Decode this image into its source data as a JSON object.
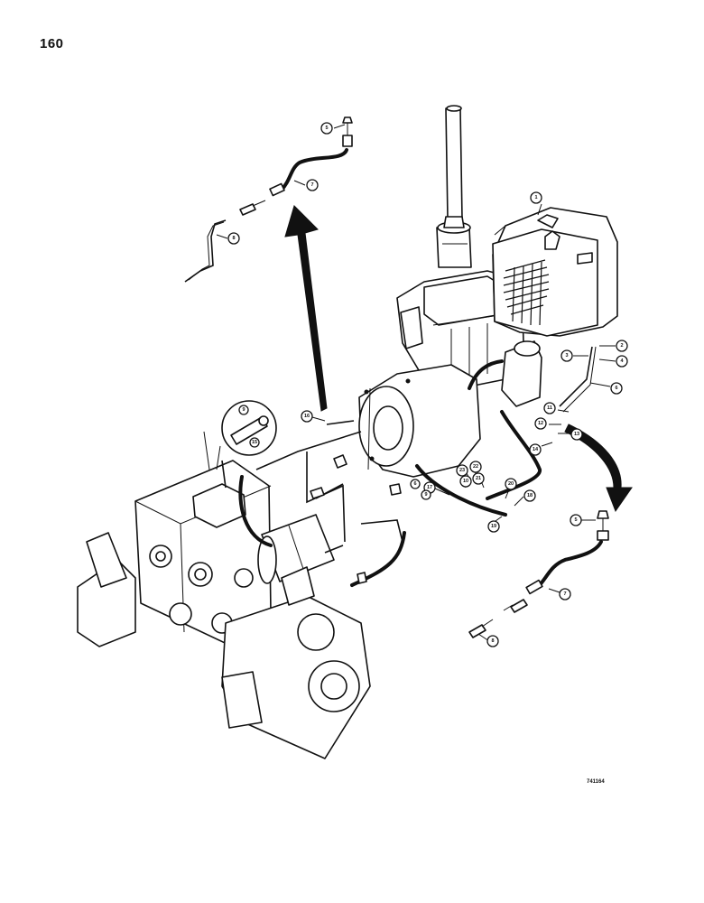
{
  "page_number": "160",
  "figure_code": "741164",
  "callouts": [
    {
      "label": "1"
    },
    {
      "label": "2"
    },
    {
      "label": "3"
    },
    {
      "label": "4"
    },
    {
      "label": "5"
    },
    {
      "label": "6"
    },
    {
      "label": "7"
    },
    {
      "label": "8"
    },
    {
      "label": "9"
    },
    {
      "label": "10"
    },
    {
      "label": "11"
    },
    {
      "label": "12"
    },
    {
      "label": "13"
    },
    {
      "label": "14"
    },
    {
      "label": "15"
    },
    {
      "label": "16"
    },
    {
      "label": "17"
    },
    {
      "label": "18"
    },
    {
      "label": "19"
    },
    {
      "label": "20"
    },
    {
      "label": "21"
    },
    {
      "label": "22"
    },
    {
      "label": "23"
    },
    {
      "label": "5"
    },
    {
      "label": "7"
    },
    {
      "label": "8"
    },
    {
      "label": "9"
    },
    {
      "label": "6"
    }
  ],
  "colors": {
    "ink": "#111111",
    "paper": "#ffffff"
  }
}
